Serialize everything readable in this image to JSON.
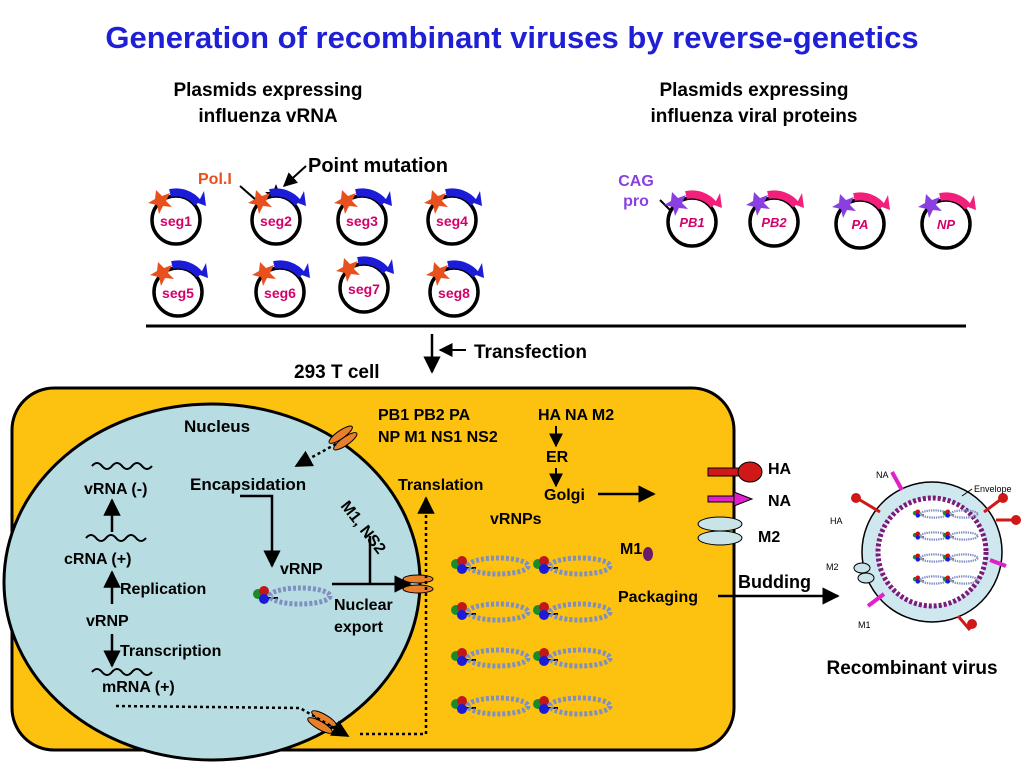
{
  "title": "Generation of recombinant viruses by reverse-genetics",
  "colors": {
    "title": "#1f1fd6",
    "cell": "#fdc20f",
    "nucleus": "#b7dde2",
    "seg_text": "#d4006a",
    "protein_text": "#d4006a",
    "polI": "#e8501e",
    "cag": "#8a3fe0",
    "plasmid_arrow_blue": "#1b1bd8",
    "plasmid_arrow_pink": "#f2207a"
  },
  "headers": {
    "vrna_line1": "Plasmids expressing",
    "vrna_line2": "influenza vRNA",
    "protein_line1": "Plasmids expressing",
    "protein_line2": "influenza viral proteins"
  },
  "labels": {
    "pol_i": "Pol.I",
    "point_mutation": "Point mutation",
    "cag_line1": "CAG",
    "cag_line2": "pro",
    "transfection": "Transfection",
    "cell": "293 T cell",
    "nucleus": "Nucleus",
    "encapsidation": "Encapsidation",
    "vrna_neg": "vRNA (-)",
    "crna_pos": "cRNA (+)",
    "replication": "Replication",
    "vrnp_left": "vRNP",
    "transcription": "Transcription",
    "mrna_pos": "mRNA (+)",
    "vrnp_center": "vRNP",
    "nuclear_line1": "Nuclear",
    "nuclear_line2": "export",
    "m1_ns2": "M1, NS2",
    "translation": "Translation",
    "proteins_line1": "PB1 PB2 PA",
    "proteins_line2": "NP M1 NS1 NS2",
    "surface_proteins": "HA NA M2",
    "er": "ER",
    "golgi": "Golgi",
    "vrnps": "vRNPs",
    "m1": "M1",
    "packaging": "Packaging",
    "budding": "Budding",
    "ha": "HA",
    "na": "NA",
    "m2": "M2",
    "recombinant_virus": "Recombinant virus",
    "virion_na": "NA",
    "virion_envelope": "Envelope",
    "virion_ha": "HA",
    "virion_m2": "M2",
    "virion_m1": "M1"
  },
  "segments": [
    "seg1",
    "seg2",
    "seg3",
    "seg4",
    "seg5",
    "seg6",
    "seg7",
    "seg8"
  ],
  "protein_plasmids": [
    "PB1",
    "PB2",
    "PA",
    "NP"
  ]
}
